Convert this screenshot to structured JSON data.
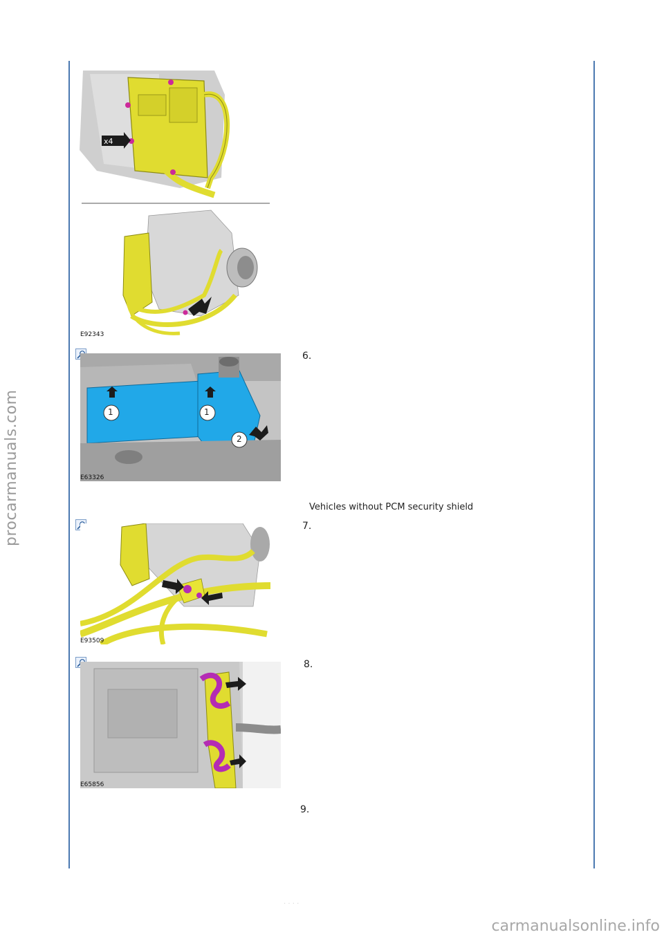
{
  "figures": [
    {
      "code": "E92343",
      "callout_label": "x4"
    },
    {
      "code": "E63326",
      "labels": [
        "1",
        "1",
        "2"
      ]
    },
    {
      "code": "E93509"
    },
    {
      "code": "E65856"
    }
  ],
  "steps": [
    "6.",
    "7.",
    "8.",
    "9."
  ],
  "caption": "Vehicles without PCM security shield",
  "watermarks": {
    "side": "procarmanuals.com",
    "bottom": "carmanualsonline.info"
  },
  "colors": {
    "rule": "#4a78b0",
    "harness": "#e4e23a",
    "component_blue": "#21a8e8",
    "bracket": "#b42cb4"
  },
  "icons": [
    "zoom-icon"
  ]
}
